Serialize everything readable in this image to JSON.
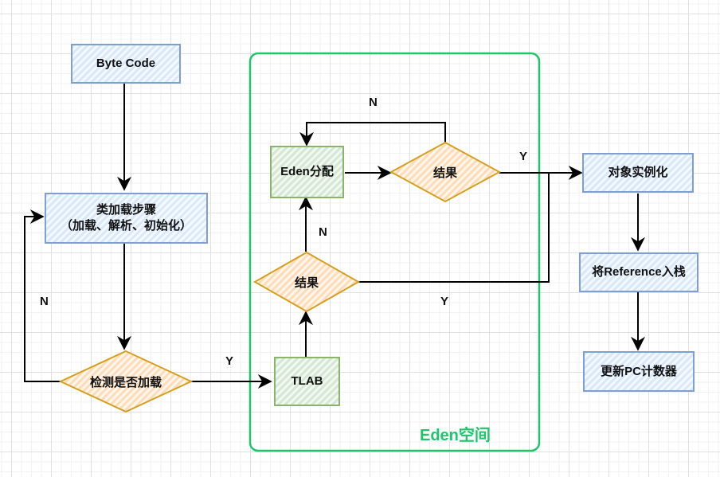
{
  "diagram": {
    "nodes": {
      "byte_code": "Byte Code",
      "class_load_line1": "类加载步骤",
      "class_load_line2": "（加载、解析、初始化）",
      "check_loaded": "检测是否加载",
      "tlab": "TLAB",
      "result_lower": "结果",
      "eden_alloc": "Eden分配",
      "result_upper": "结果",
      "object_instantiate": "对象实例化",
      "push_reference": "将Reference入栈",
      "update_pc": "更新PC计数器"
    },
    "edge_labels": {
      "check_no": "N",
      "check_yes": "Y",
      "lower_result_no": "N",
      "lower_result_yes": "Y",
      "upper_result_no": "N",
      "upper_result_yes": "Y"
    },
    "container": {
      "title": "Eden空间"
    },
    "colors": {
      "process_fill": "#dae8fc",
      "process_stroke": "#7f9fd0",
      "decision_fill": "#ffe6cc",
      "decision_stroke": "#d6a01e",
      "eden_fill": "#d5e8d4",
      "eden_stroke": "#8cb36c",
      "container_stroke": "#20c56b"
    }
  }
}
